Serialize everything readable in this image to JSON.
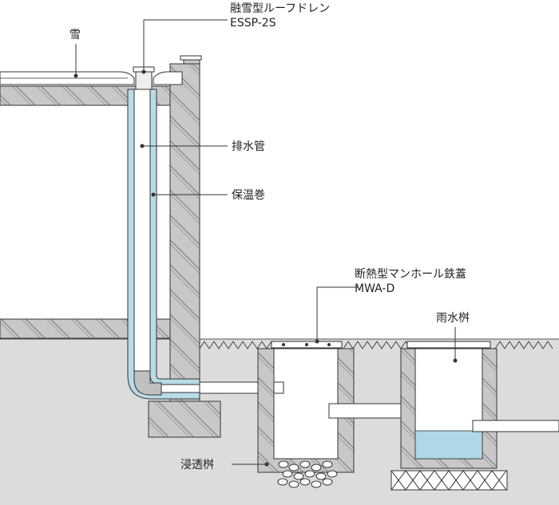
{
  "labels": {
    "snow": "雪",
    "roof_drain_name": "融雪型ルーフドレン",
    "roof_drain_model": "ESSP-2S",
    "drain_pipe": "排水管",
    "insulation": "保温巻",
    "manhole_cover_name": "断熱型マンホール鉄蓋",
    "manhole_cover_model": "MWA-D",
    "rainwater_basin": "雨水桝",
    "infiltration_basin": "浸透桝"
  },
  "colors": {
    "concrete": "#c8c8c8",
    "ground": "#dcdcdc",
    "insulation": "#b9dbe8",
    "water": "#aed8e8",
    "line": "#333333"
  }
}
